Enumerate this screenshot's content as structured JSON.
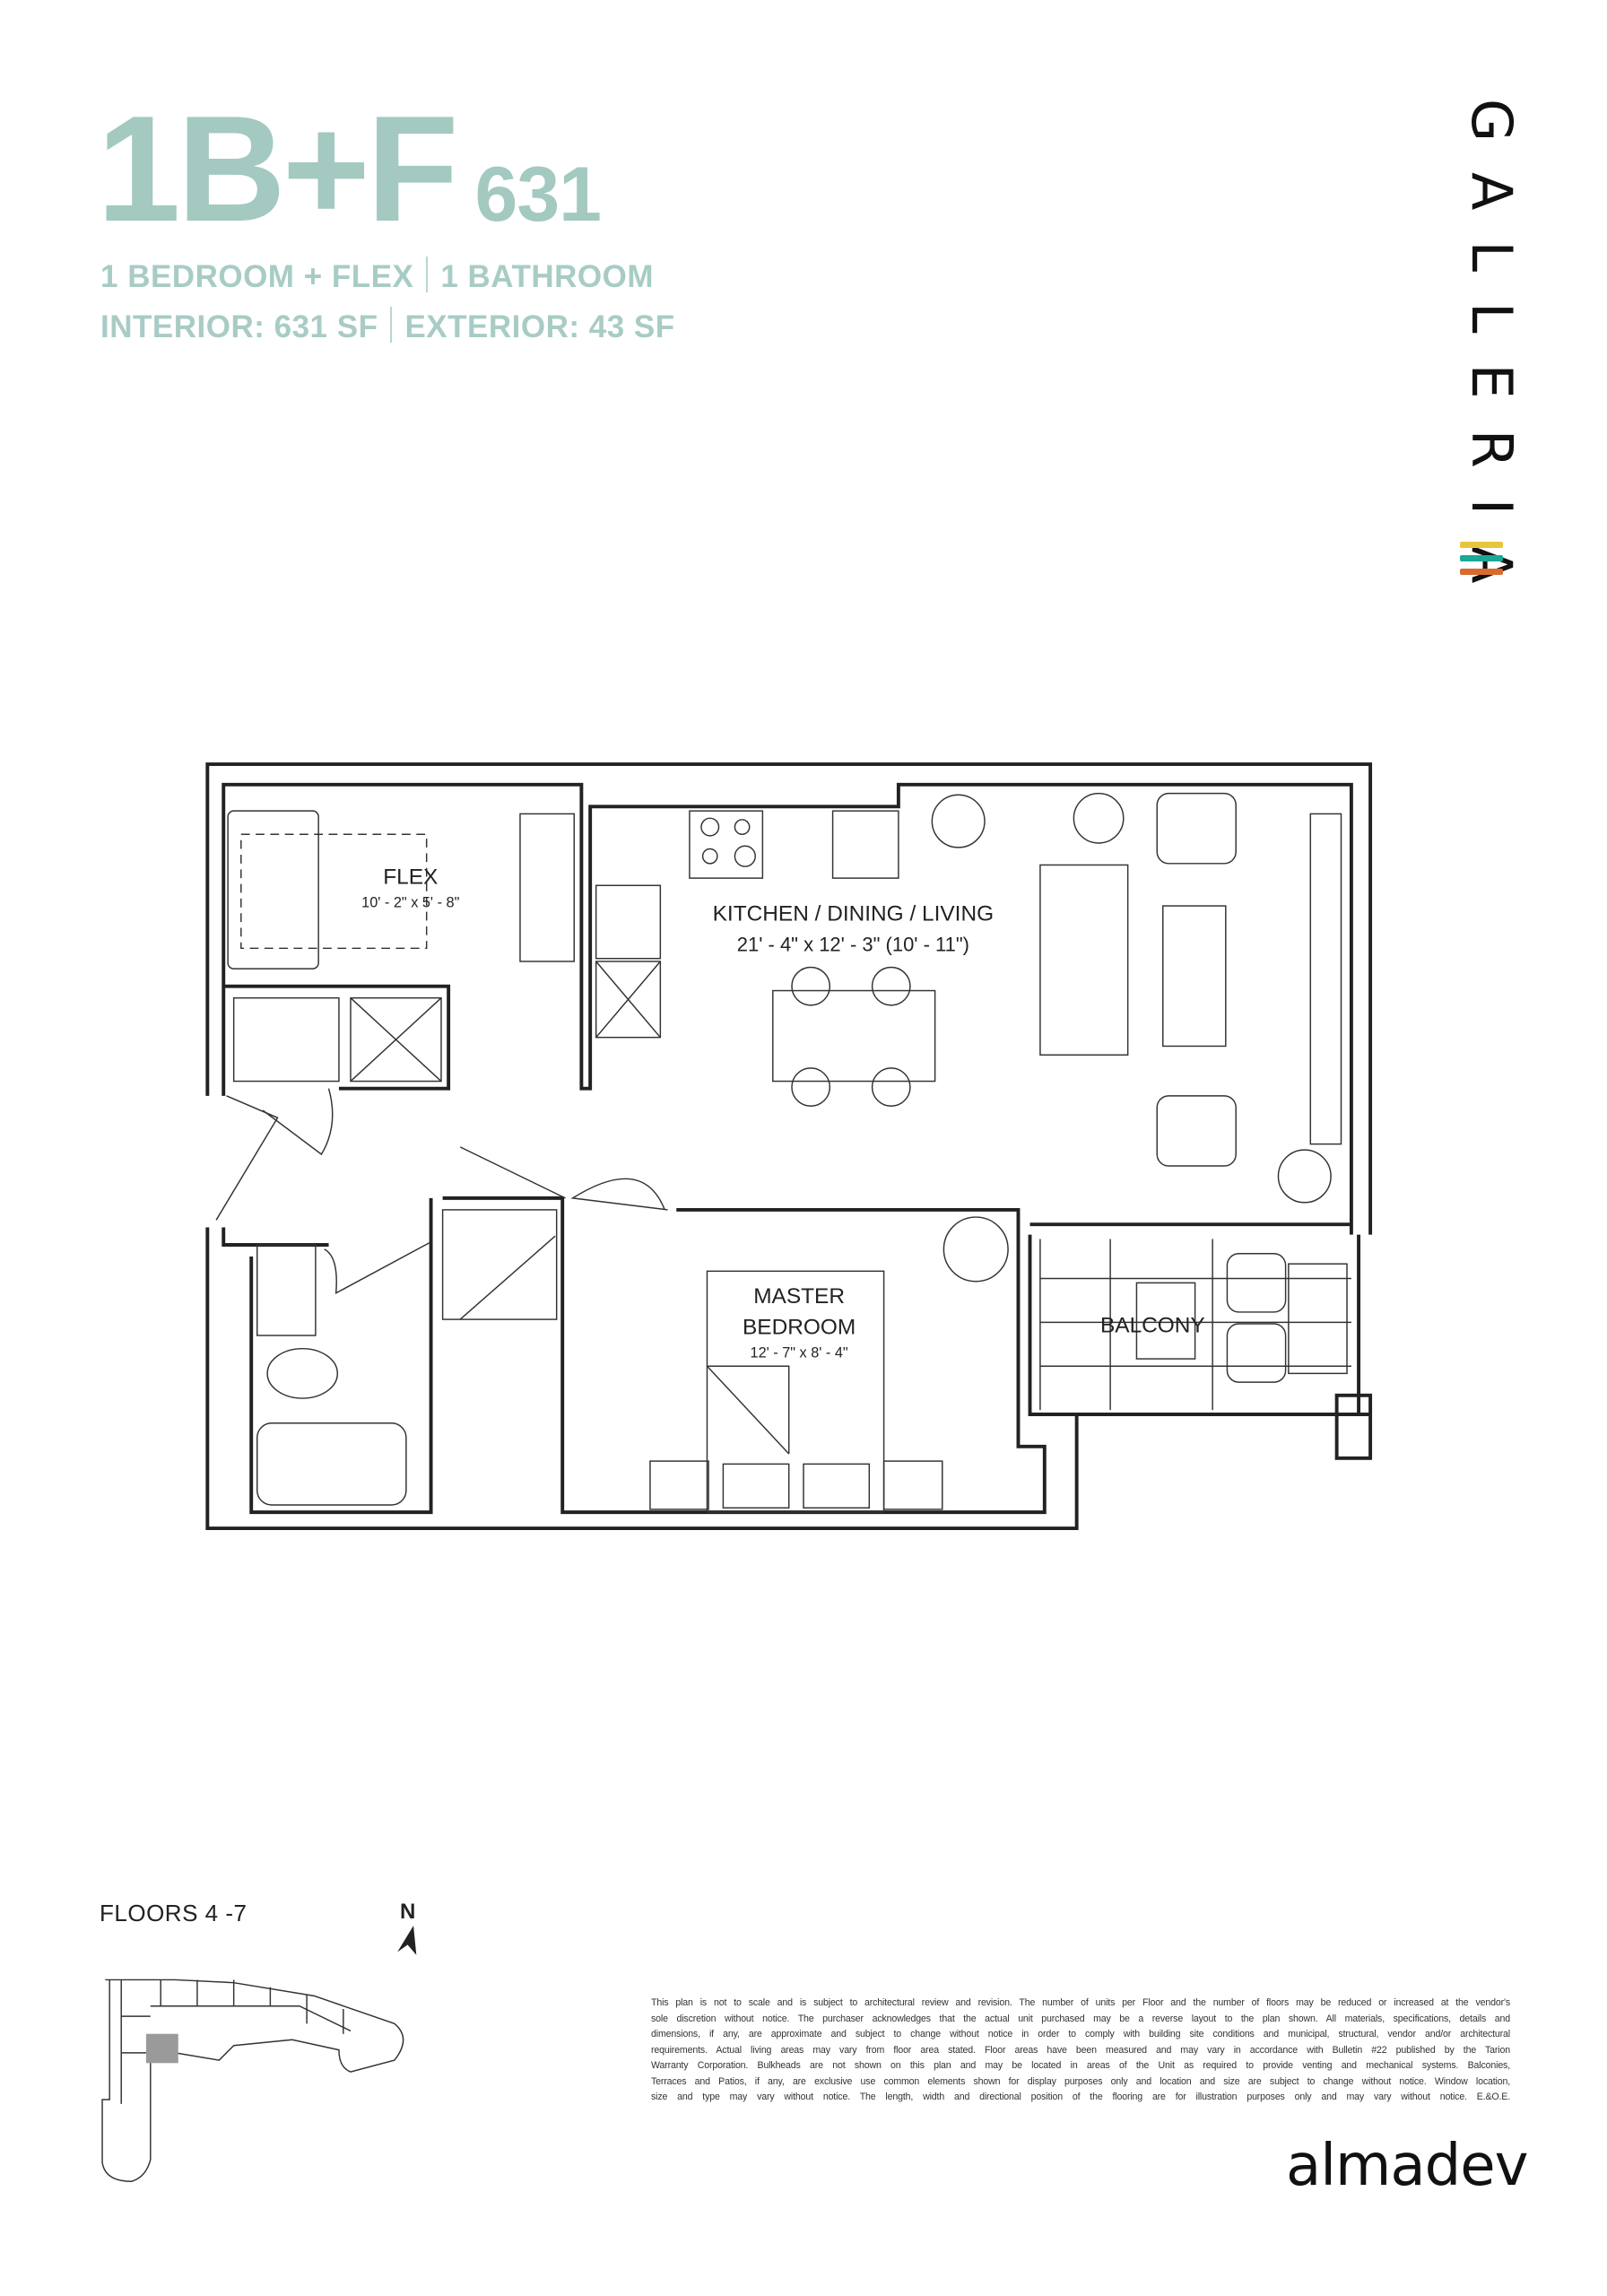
{
  "header": {
    "unit_type": "1B+F",
    "unit_size": "631",
    "line1_left": "1 BEDROOM + FLEX",
    "line1_right": "1 BATHROOM",
    "line2_left": "INTERIOR: 631 SF",
    "line2_right": "EXTERIOR: 43 SF",
    "accent_color": "#a3c9c1"
  },
  "brand": {
    "name": "GALLERIA",
    "stripe_colors": [
      "#e8c53a",
      "#1aa996",
      "#d96a2e"
    ]
  },
  "floor_plan": {
    "rooms": [
      {
        "name": "FLEX",
        "dims": "10' - 2\" x 5' - 8\""
      },
      {
        "name": "KITCHEN / DINING / LIVING",
        "dims": "21' - 4\" x 12' - 3\" (10' - 11\")"
      },
      {
        "name_line1": "MASTER",
        "name_line2": "BEDROOM",
        "dims": "12' - 7\" x 8' - 4\""
      },
      {
        "name": "BALCONY"
      }
    ]
  },
  "keyplan": {
    "floors_label": "FLOORS 4 -7",
    "north_label": "N",
    "highlight_color": "#9a9a9a"
  },
  "disclaimer": [
    "This plan is not to scale and is subject to architectural review and revision. The number of units per Floor and the number of floors may be reduced or increased at the vendor's",
    "sole discretion without notice. The purchaser acknowledges that the actual unit purchased may be a reverse layout to the plan shown. All materials, specifications, details and",
    "dimensions, if any, are approximate and subject to change without notice in order to comply with building site conditions and municipal, structural, vendor and/or architectural",
    "requirements. Actual living areas may vary from floor area stated. Floor areas have been measured and may vary in accordance with Bulletin #22 published by the Tarion",
    "Warranty Corporation. Bulkheads are not shown on this plan and may be located in areas of the Unit as required to provide venting and mechanical systems. Balconies,",
    "Terraces and Patios, if any, are exclusive use common elements shown for display purposes only and location and size are subject to change without notice. Window location,",
    "size and type may vary without notice. The length, width and directional position of the flooring are for illustration purposes only and may vary without notice. E.&O.E."
  ],
  "developer_logo": "almadev"
}
